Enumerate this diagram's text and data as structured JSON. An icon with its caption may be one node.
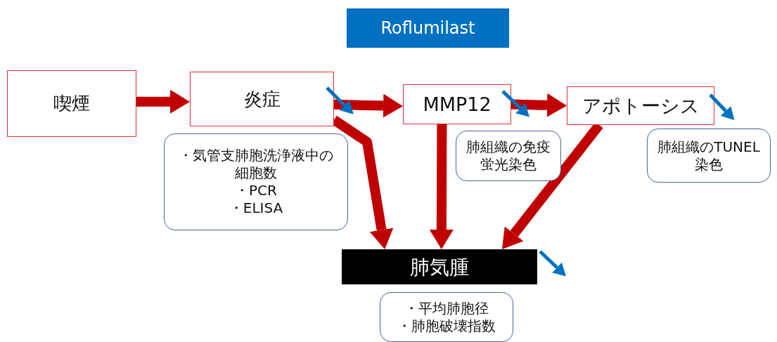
{
  "diagram": {
    "nodes": [
      {
        "text": [
          "Roflumilast"
        ]
      },
      {
        "text": [
          "喫煙"
        ]
      },
      {
        "text": [
          "炎症"
        ]
      },
      {
        "text": [
          "MMP12"
        ]
      },
      {
        "text": [
          "アポトーシス"
        ]
      },
      {
        "text": [
          "・気管支肺胞洗浄液中の細胞数",
          "・PCR",
          "・ELISA"
        ]
      },
      {
        "text": [
          "肺組織の免疫蛍光染色"
        ]
      },
      {
        "text": [
          "肺組織のTUNEL染色"
        ]
      },
      {
        "text": [
          "肺気腫"
        ]
      },
      {
        "text": [
          "・平均肺胞径",
          "・肺胞破壊指数"
        ]
      }
    ],
    "edges": [
      {
        "from": 1,
        "to": 2,
        "arrow": "to"
      },
      {
        "from": 2,
        "to": 3,
        "arrow": "to"
      },
      {
        "from": 3,
        "to": 4,
        "arrow": "to"
      },
      {
        "from": 2,
        "to": 8,
        "arrow": "to"
      },
      {
        "from": 3,
        "to": 8,
        "arrow": "to"
      },
      {
        "from": 4,
        "to": 8,
        "arrow": "to"
      }
    ]
  }
}
